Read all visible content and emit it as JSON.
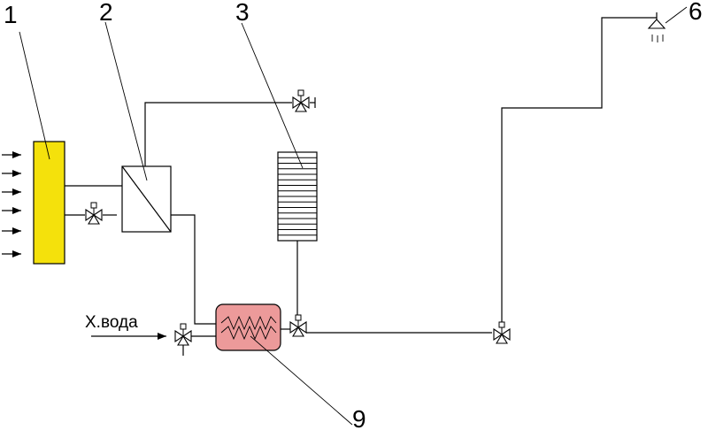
{
  "labels": {
    "l1": "1",
    "l2": "2",
    "l3": "3",
    "l6": "6",
    "l9": "9",
    "water": "Х.вода"
  },
  "colors": {
    "filter": "#f4e10c",
    "heater": "#ec9a9a",
    "line": "#000000"
  }
}
